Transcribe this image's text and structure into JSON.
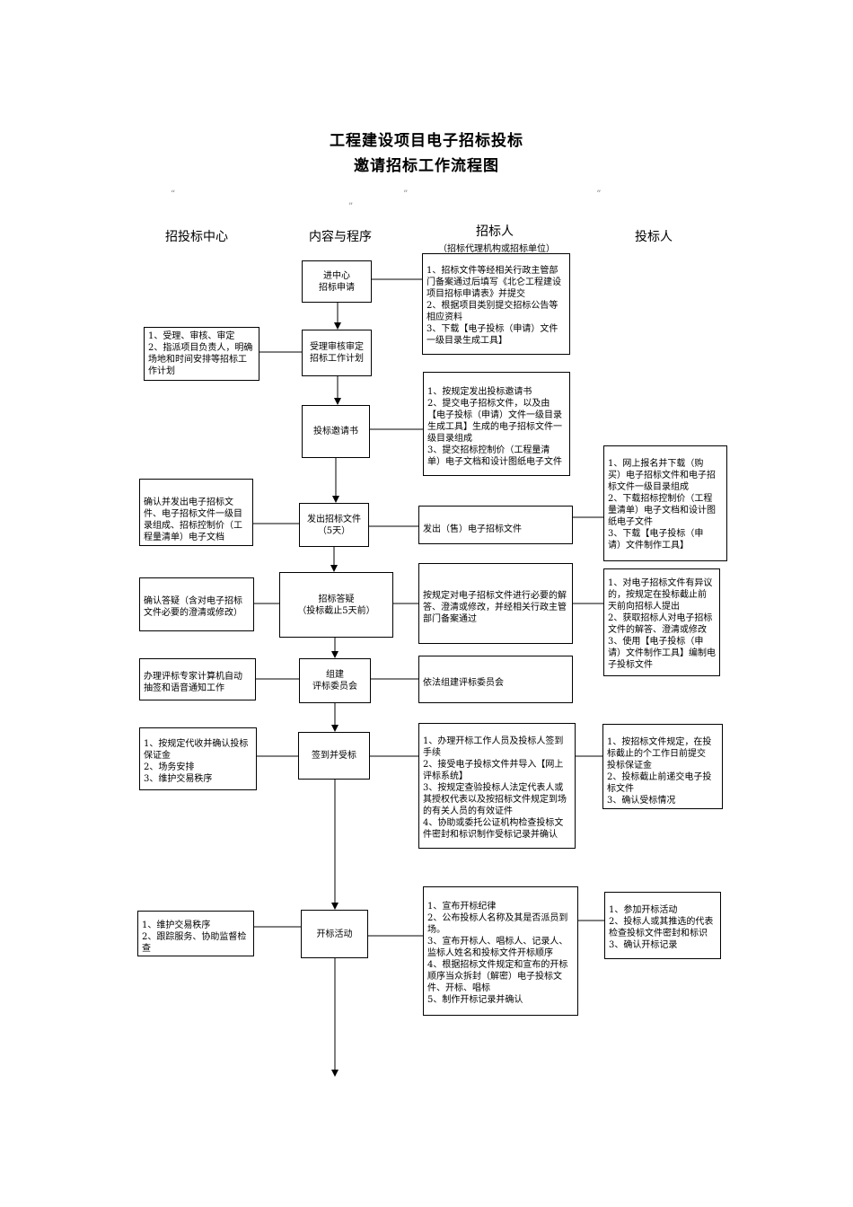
{
  "title_line1": "工程建设项目电子招标投标",
  "title_line2": "邀请招标工作流程图",
  "note_line1": "　　“　　　　　　　　　　　　　　　　　　　　　　　”　　　　　　　　　　　　　　　　　　　”　　　　　　　　　　　　　　　",
  "note_line2": "　　　　　　　　　　　　　　　　　　　　”　　　　　　　　　　　　　　",
  "columns": {
    "center": "招投标中心",
    "process": "内容与程序",
    "tenderer": "招标人",
    "tenderer_sub": "（招标代理机构或招标单位）",
    "bidder": "投标人"
  },
  "steps": [
    [
      "进中心",
      "招标申请"
    ],
    [
      "受理审核审定",
      "招标工作计划"
    ],
    [
      "投标邀请书"
    ],
    [
      "发出招标文件",
      "（5天）"
    ],
    [
      "招标答疑",
      "（投标截止5天前）"
    ],
    [
      "组建",
      "评标委员会"
    ],
    [
      "签到并受标"
    ],
    [
      "开标活动"
    ]
  ],
  "center_boxes": [
    [
      "1、受理、审核、审定",
      "2、指派项目负责人，明确",
      "场地和时间安排等招标工",
      "作计划"
    ],
    [
      "确认并发出电子招标文",
      "件、电子招标文件一级目",
      "录组成、招标控制价（工",
      "程量清单）电子文档"
    ],
    [
      "确认答疑（含对电子招标",
      "文件必要的澄清或修改）"
    ],
    [
      "办理评标专家计算机自动",
      "抽签和语音通知工作"
    ],
    [
      "1、按规定代收并确认投标",
      "保证金",
      "2、场务安排",
      "3、维护交易秩序"
    ],
    [
      "1、维护交易秩序",
      "2、跟踪服务、协助监督检",
      "查"
    ]
  ],
  "tenderer_boxes": [
    [
      "1、招标文件等经相关行政主管部",
      "门备案通过后填写《北仑工程建设",
      "项目招标申请表》并提交",
      "2、根据项目类别提交招标公告等",
      "相应资料",
      "3、下载【电子投标（申请）文件",
      "一级目录生成工具】"
    ],
    [
      "1、按规定发出投标邀请书",
      "2、提交电子招标文件，以及由",
      "【电子投标（申请）文件一级目录",
      "生成工具】生成的电子招标文件一",
      "级目录组成",
      "3、提交招标控制价（工程量清",
      "单）电子文档和设计图纸电子文件"
    ],
    [
      "发出（售）电子招标文件"
    ],
    [
      "按规定对电子招标文件进行必要的解",
      "答、澄清或修改，并经相关行政主管",
      "部门备案通过"
    ],
    [
      "依法组建评标委员会"
    ],
    [
      "1、办理开标工作人员及投标人签到",
      "手续",
      "2、接受电子投标文件并导入【网上",
      "评标系统】",
      "3、按规定查验投标人法定代表人或",
      "其授权代表以及按招标文件规定到场",
      "的有关人员的有效证件",
      "4、协助或委托公证机构检查投标文",
      "件密封和标识制作受标记录并确认"
    ],
    [
      "1、宣布开标纪律",
      "2、公布投标人名称及其是否派员到",
      "场。",
      "3、宣布开标人、唱标人、记录人、",
      "监标人姓名和投标文件开标顺序",
      "4、根据招标文件规定和宣布的开标",
      "顺序当众拆封（解密）电子投标文",
      "件、开标、唱标",
      "5、制作开标记录并确认"
    ]
  ],
  "bidder_boxes": [
    [
      "1、网上报名并下载（购",
      "买）电子招标文件和电子招",
      "标文件一级目录组成",
      "2、下载招标控制价（工程",
      "量清单）电子文档和设计图",
      "纸电子文件",
      "3、下载【电子投标（申",
      "请）文件制作工具】"
    ],
    [
      "1、对电子招标文件有异议",
      "的，按规定在投标截止前",
      "天前向招标人提出",
      "2、获取招标人对电子招标",
      "文件的解答、澄清或修改",
      "3、使用【电子投标（申",
      "请）文件制作工具】编制电",
      "子投标文件"
    ],
    [
      "1、按招标文件规定，在投",
      "标截止的个工作日前提交",
      "投标保证金",
      "2、投标截止前递交电子投",
      "标文件",
      "3、确认受标情况"
    ],
    [
      "1、参加开标活动",
      "2、投标人或其推选的代表",
      "检查投标文件密封和标识",
      "3、确认开标记录"
    ]
  ]
}
